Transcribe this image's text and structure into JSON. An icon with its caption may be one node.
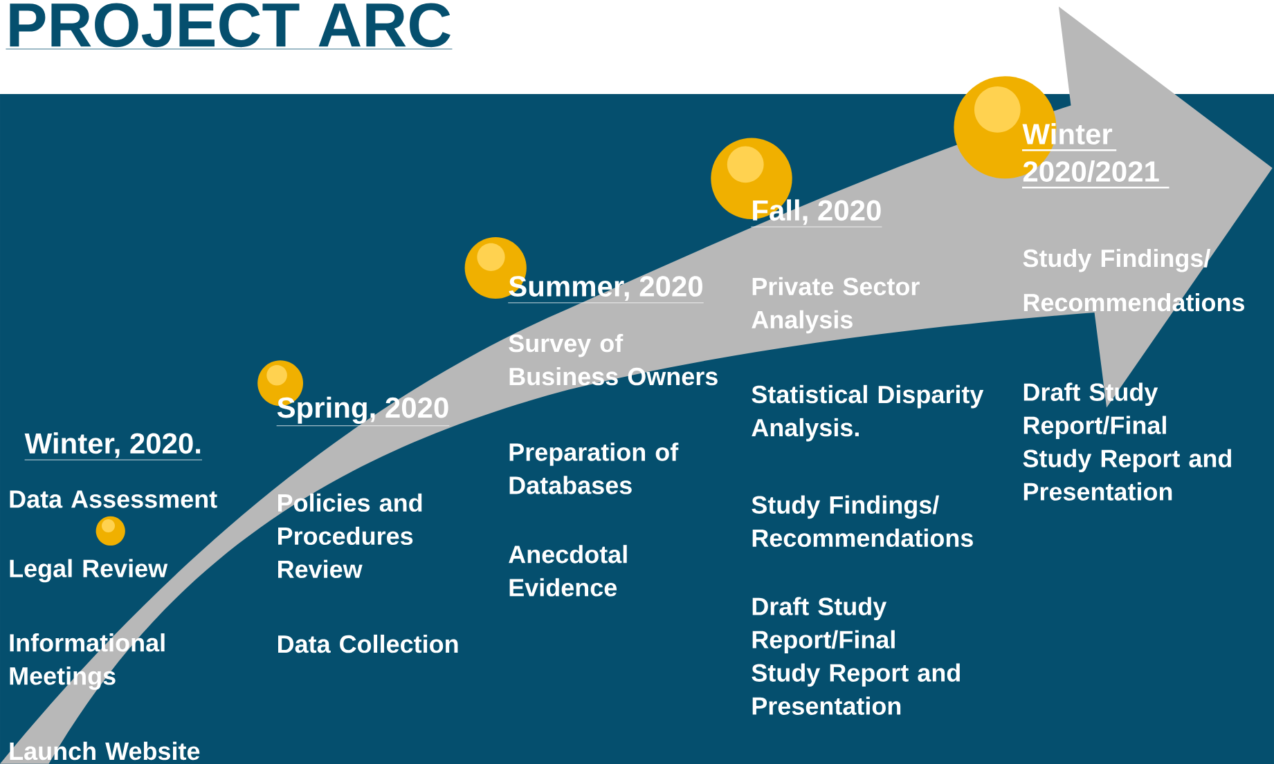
{
  "diagram": {
    "title": "PROJECT ARC",
    "labels": [
      "Winter, 2020.",
      "Data Assessment",
      "Legal Review",
      "Informational Meetings",
      "Launch Website",
      "Spring, 2020",
      "Policies and Procedures Review",
      "Data Collection",
      "Summer, 2020",
      "Survey of Business Owners",
      "Preparation of Databases",
      "Anecdotal Evidence",
      "Fall, 2020",
      "Private Sector Analysis",
      "Statistical Disparity Analysis.",
      "Study Findings/ Recommendations",
      "Draft Study Report/Final Study Report and Presentation",
      "Winter 2020/2021",
      "Study Findings/ Recommendations",
      "Draft Study Report/Final Study Report and Presentation"
    ]
  }
}
